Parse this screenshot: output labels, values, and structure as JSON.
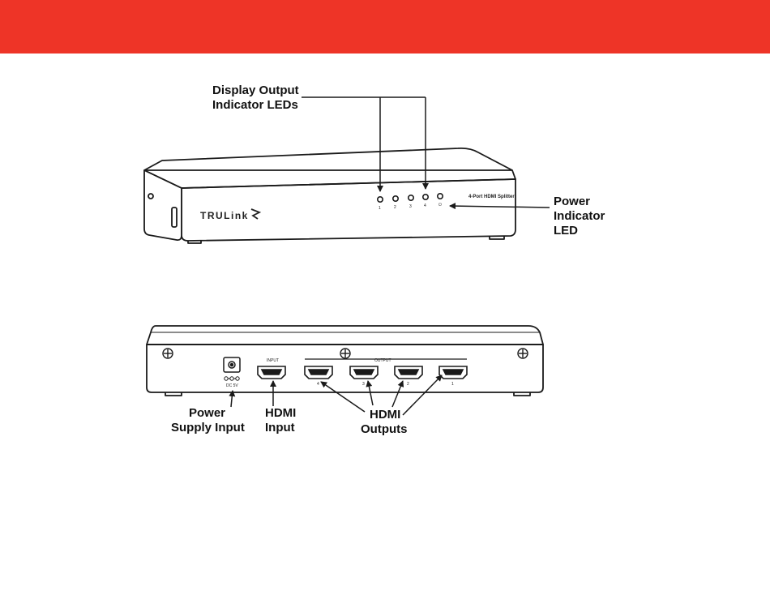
{
  "colors": {
    "banner": "#ee3427",
    "line": "#1a1a1a"
  },
  "front_view": {
    "brand": "TRULink",
    "model_label": "4-Port HDMI Splitter",
    "led_labels": [
      "1",
      "2",
      "3",
      "4",
      "⏻"
    ],
    "callouts": {
      "display_leds": [
        "Display Output",
        "Indicator LEDs"
      ],
      "power_led": [
        "Power",
        "Indicator",
        "LED"
      ]
    }
  },
  "rear_view": {
    "input_label": "INPUT",
    "output_label": "OUTPUT",
    "dc_label": "DC 5V",
    "port_numbers": [
      "4",
      "3",
      "2",
      "1"
    ],
    "callouts": {
      "power_supply": [
        "Power",
        "Supply Input"
      ],
      "hdmi_input": [
        "HDMI",
        "Input"
      ],
      "hdmi_outputs": [
        "HDMI",
        "Outputs"
      ]
    }
  }
}
